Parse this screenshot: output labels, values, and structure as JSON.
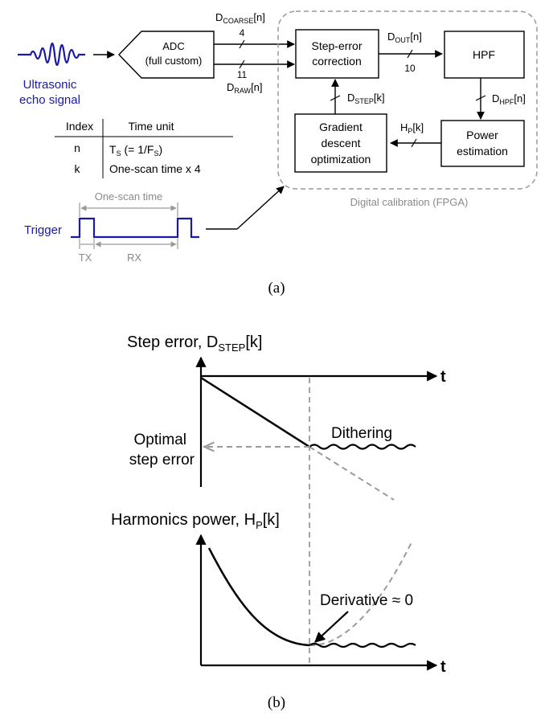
{
  "panel_a": {
    "caption": "(a)",
    "input_label_1": "Ultrasonic",
    "input_label_2": "echo signal",
    "adc": {
      "line1": "ADC",
      "line2": "(full custom)"
    },
    "d_coarse": {
      "base": "D",
      "sub": "COARSE",
      "suffix": "[n]",
      "bits": "4"
    },
    "d_raw": {
      "base": "D",
      "sub": "RAW",
      "suffix": "[n]",
      "bits": "11"
    },
    "step_error": {
      "line1": "Step-error",
      "line2": "correction"
    },
    "d_out": {
      "base": "D",
      "sub": "OUT",
      "suffix": "[n]",
      "bits": "10"
    },
    "hpf": "HPF",
    "d_hpf": {
      "base": "D",
      "sub": "HPF",
      "suffix": "[n]"
    },
    "power": {
      "line1": "Power",
      "line2": "estimation"
    },
    "h_p": {
      "base": "H",
      "sub": "P",
      "suffix": "[k]"
    },
    "gradient": {
      "line1": "Gradient",
      "line2": "descent",
      "line3": "optimization"
    },
    "d_step": {
      "base": "D",
      "sub": "STEP",
      "suffix": "[k]"
    },
    "fpga_label": "Digital calibration (FPGA)",
    "table": {
      "header_index": "Index",
      "header_time": "Time unit",
      "row1_index": "n",
      "row1_time_a": "T",
      "row1_time_sub1": "S",
      "row1_time_b": " (= 1/F",
      "row1_time_sub2": "S",
      "row1_time_c": ")",
      "row2_index": "k",
      "row2_time": "One-scan time x 4"
    },
    "trigger": {
      "label": "Trigger",
      "one_scan": "One-scan time",
      "tx": "TX",
      "rx": "RX"
    }
  },
  "panel_b": {
    "caption": "(b)",
    "top_title": {
      "text": "Step error, D",
      "sub": "STEP",
      "suffix": "[k]"
    },
    "t_axis": "t",
    "optimal_1": "Optimal",
    "optimal_2": "step error",
    "dithering": "Dithering",
    "bottom_title": {
      "text": "Harmonics power, H",
      "sub": "P",
      "suffix": "[k]"
    },
    "derivative": "Derivative ≈ 0",
    "t_axis_2": "t"
  },
  "colors": {
    "signal_blue": "#1a1aa6",
    "dashed_grey": "#9a9a9a",
    "box_border": "#000000"
  }
}
